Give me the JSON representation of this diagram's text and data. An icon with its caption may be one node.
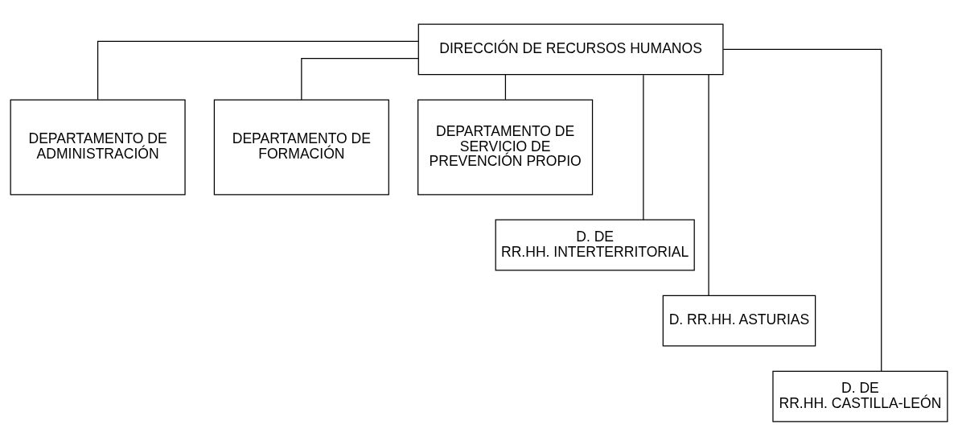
{
  "diagram": {
    "nodes": [
      {
        "text": [
          "DIRECCIÓN DE RECURSOS HUMANOS"
        ]
      },
      {
        "text": [
          "DEPARTAMENTO DE ADMINISTRACIÓN"
        ]
      },
      {
        "text": [
          "DEPARTAMENTO DE FORMACIÓN"
        ]
      },
      {
        "text": [
          "DEPARTAMENTO DE SERVICIO DE PREVENCIÓN PROPIO"
        ]
      },
      {
        "text": [
          "D. DE RR.HH. INTERTERRITORIAL"
        ]
      },
      {
        "text": [
          "D. RR.HH. ASTURIAS"
        ]
      },
      {
        "text": [
          "D. DE RR.HH. CASTILLA-LEÓN"
        ]
      }
    ],
    "edges": [
      {
        "from": 0,
        "to": 1,
        "arrow": "none"
      },
      {
        "from": 0,
        "to": 2,
        "arrow": "none"
      },
      {
        "from": 0,
        "to": 3,
        "arrow": "none"
      },
      {
        "from": 0,
        "to": 4,
        "arrow": "none"
      },
      {
        "from": 0,
        "to": 5,
        "arrow": "none"
      },
      {
        "from": 0,
        "to": 6,
        "arrow": "none"
      }
    ]
  }
}
